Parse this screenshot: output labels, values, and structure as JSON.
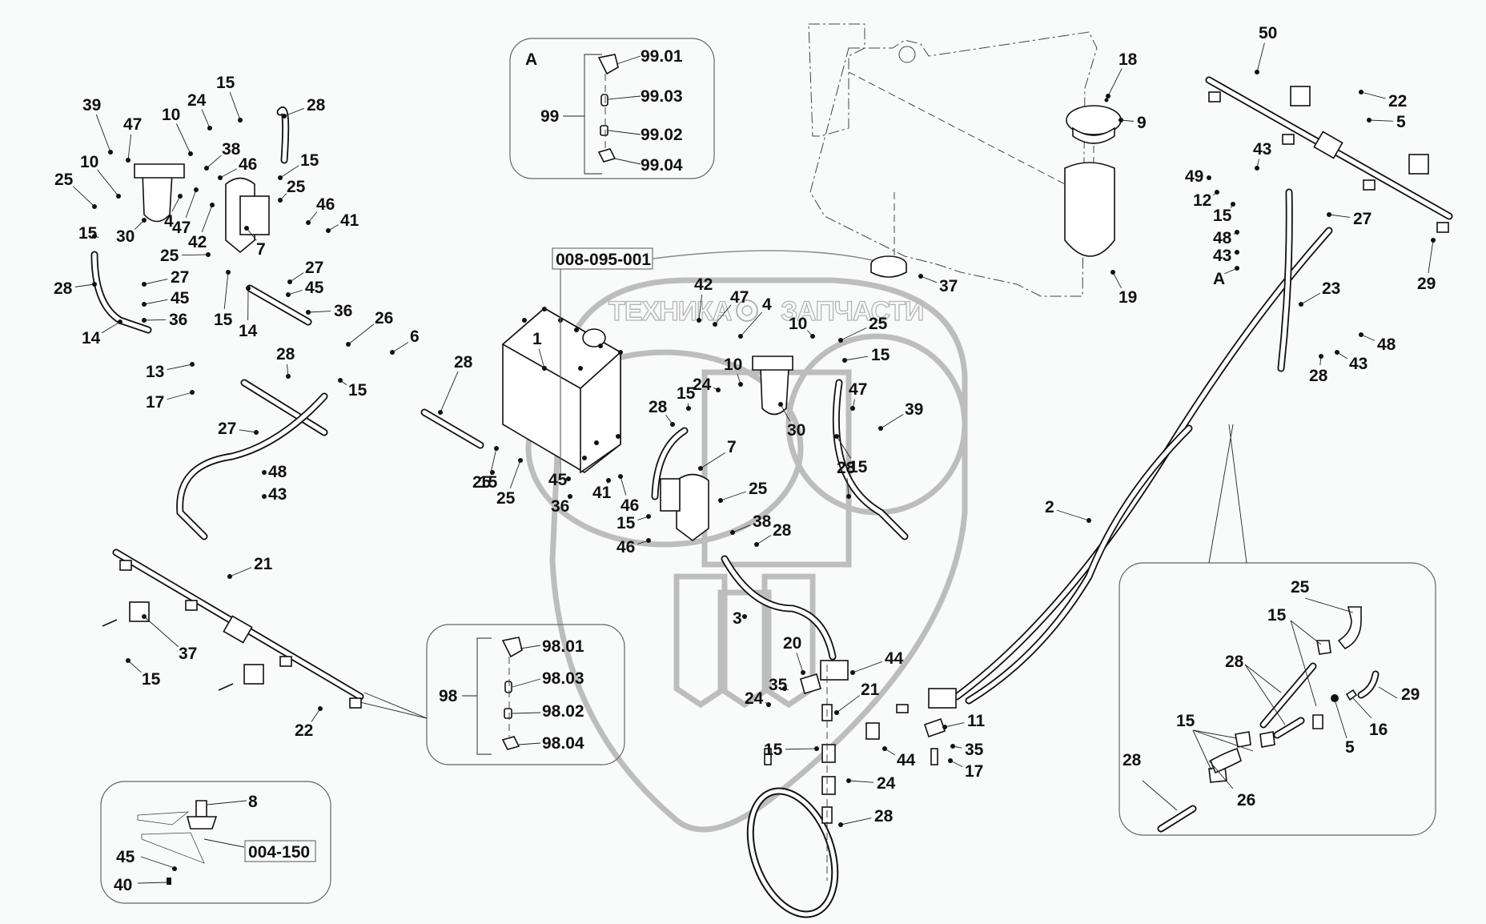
{
  "drawing": {
    "title": "Exploded parts diagram — sprayer fluid system",
    "colors": {
      "background": "#f9fafa",
      "ink": "#111111",
      "watermark": "#bdbdbd"
    },
    "watermark": {
      "left_text": "ТЕХНИКА",
      "right_text": "ЗАПЧАСТИ",
      "logo": "эпф-logo"
    },
    "reference_boxes": [
      {
        "id": "tank-ref",
        "text": "008-095-001"
      },
      {
        "id": "valve-ref",
        "text": "004-150"
      }
    ],
    "insets": {
      "A": {
        "title": "A",
        "group": "99",
        "items": [
          "99.01",
          "99.03",
          "99.02",
          "99.04"
        ]
      },
      "nozzle98": {
        "group": "98",
        "items": [
          "98.01",
          "98.03",
          "98.02",
          "98.04"
        ]
      },
      "valve8": {
        "items": [
          "8",
          "45",
          "40"
        ]
      },
      "hose_detail": {
        "items": [
          "25",
          "15",
          "28",
          "15",
          "28",
          "26",
          "5",
          "16",
          "29"
        ]
      }
    },
    "callouts": [
      "39",
      "47",
      "10",
      "24",
      "15",
      "28",
      "38",
      "46",
      "15",
      "25",
      "46",
      "41",
      "10",
      "25",
      "15",
      "30",
      "4",
      "47",
      "42",
      "7",
      "25",
      "28",
      "27",
      "45",
      "36",
      "27",
      "45",
      "36",
      "14",
      "14",
      "15",
      "26",
      "6",
      "13",
      "17",
      "28",
      "15",
      "28",
      "27",
      "48",
      "43",
      "1",
      "42",
      "47",
      "4",
      "10",
      "25",
      "15",
      "10",
      "24",
      "15",
      "28",
      "47",
      "39",
      "30",
      "7",
      "25",
      "15",
      "25",
      "45",
      "41",
      "46",
      "36",
      "25",
      "15",
      "15",
      "46",
      "38",
      "28",
      "28",
      "3",
      "50",
      "18",
      "9",
      "19",
      "37",
      "22",
      "5",
      "43",
      "49",
      "12",
      "15",
      "27",
      "48",
      "43",
      "A",
      "29",
      "23",
      "48",
      "43",
      "28",
      "2",
      "22",
      "37",
      "15",
      "21",
      "20",
      "44",
      "35",
      "24",
      "21",
      "11",
      "15",
      "44",
      "35",
      "17",
      "24",
      "28"
    ]
  }
}
